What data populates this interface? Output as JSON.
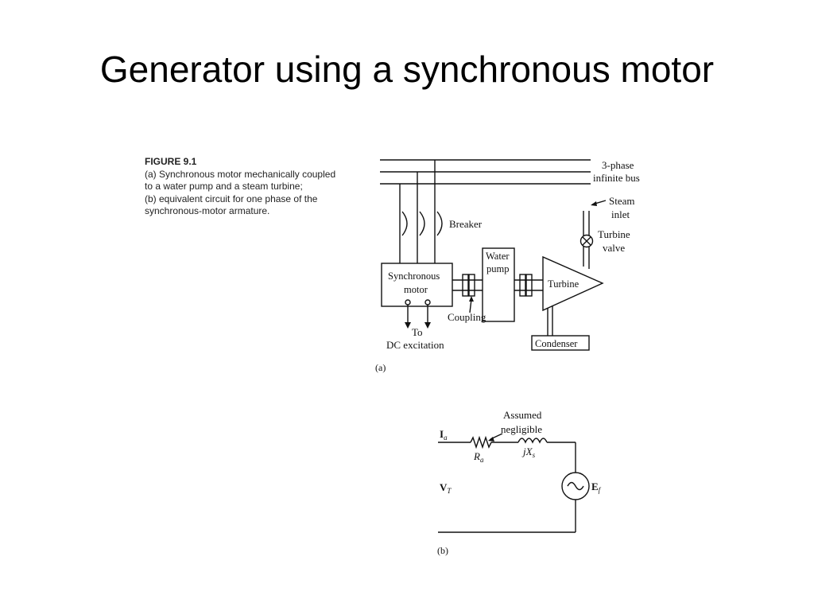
{
  "slide": {
    "title": "Generator using a synchronous motor"
  },
  "figure": {
    "caption_heading": "FIGURE 9.1",
    "caption_lines": [
      "(a) Synchronous motor mechanically coupled",
      "to a water pump and a steam turbine;",
      "(b) equivalent circuit for one phase of the",
      "synchronous-motor armature."
    ],
    "part_a": {
      "label": "(a)",
      "bus_label_line1": "3-phase",
      "bus_label_line2": "infinite bus",
      "steam_label_line1": "Steam",
      "steam_label_line2": "inlet",
      "valve_label_line1": "Turbine",
      "valve_label_line2": "valve",
      "breaker_label": "Breaker",
      "motor_label_line1": "Synchronous",
      "motor_label_line2": "motor",
      "pump_label_line1": "Water",
      "pump_label_line2": "pump",
      "turbine_label": "Turbine",
      "coupling_label": "Coupling",
      "excitation_label_line1": "To",
      "excitation_label_line2": "DC excitation",
      "condenser_label": "Condenser"
    },
    "part_b": {
      "label": "(b)",
      "assumed_line1": "Assumed",
      "assumed_line2": "negligible",
      "current_symbol": "I",
      "current_sub": "a",
      "resistor_symbol": "R",
      "resistor_sub": "a",
      "reactance_symbol": "jX",
      "reactance_sub": "s",
      "voltage_symbol": "V",
      "voltage_sub": "T",
      "emf_symbol": "E",
      "emf_sub": "f"
    }
  }
}
